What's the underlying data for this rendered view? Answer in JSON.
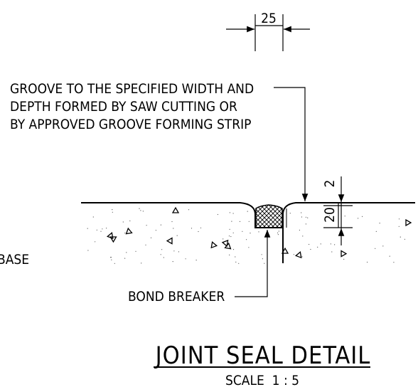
{
  "dimensions": {
    "groove_width": "25",
    "seal_depth": "2",
    "groove_depth": "20"
  },
  "notes": {
    "groove": [
      "GROOVE TO THE SPECIFIED WIDTH AND",
      "DEPTH FORMED BY SAW CUTTING OR",
      "BY APPROVED GROOVE FORMING STRIP"
    ],
    "bond_breaker": "BOND BREAKER",
    "base": "BASE"
  },
  "title": {
    "main": "JOINT SEAL DETAIL",
    "scale": "SCALE  1 : 5"
  }
}
